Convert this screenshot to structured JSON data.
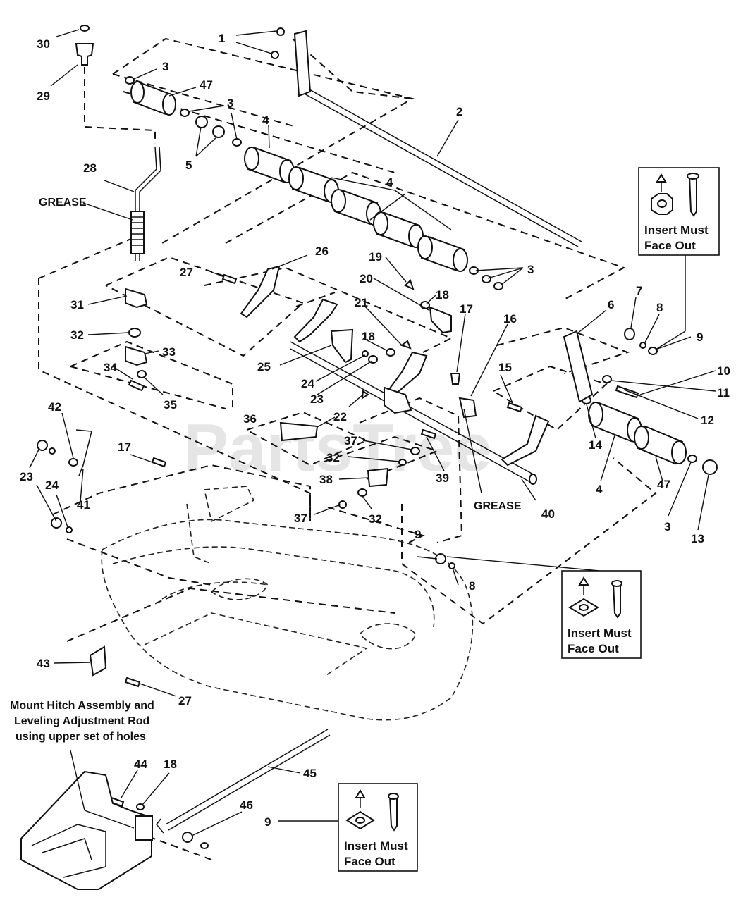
{
  "watermark": "PartsTree",
  "notes": {
    "grease_upper": "GREASE",
    "grease_lower": "GREASE",
    "mount_line1": "Mount Hitch Assembly and",
    "mount_line2": "Leveling Adjustment Rod",
    "mount_line3": "using upper set of holes"
  },
  "callout_text": {
    "line1": "Insert Must",
    "line2": "Face Out"
  },
  "part_labels": {
    "p1": "1",
    "p2": "2",
    "p3a": "3",
    "p3b": "3",
    "p3c": "3",
    "p3d": "3",
    "p4a": "4",
    "p4b": "4",
    "p4c": "4",
    "p5": "5",
    "p6": "6",
    "p7": "7",
    "p8a": "8",
    "p8b": "8",
    "p9a": "9",
    "p9b": "9",
    "p9c": "9",
    "p10": "10",
    "p11": "11",
    "p12": "12",
    "p13": "13",
    "p14": "14",
    "p15": "15",
    "p16": "16",
    "p17a": "17",
    "p17b": "17",
    "p18a": "18",
    "p18b": "18",
    "p18c": "18",
    "p19": "19",
    "p20": "20",
    "p21": "21",
    "p22": "22",
    "p23a": "23",
    "p23b": "23",
    "p24a": "24",
    "p24b": "24",
    "p25": "25",
    "p26": "26",
    "p27a": "27",
    "p27b": "27",
    "p28": "28",
    "p29": "29",
    "p30": "30",
    "p31": "31",
    "p32a": "32",
    "p32b": "32",
    "p32c": "32",
    "p33": "33",
    "p34": "34",
    "p35": "35",
    "p36": "36",
    "p37a": "37",
    "p37b": "37",
    "p38": "38",
    "p39": "39",
    "p40": "40",
    "p41": "41",
    "p42": "42",
    "p43": "43",
    "p44": "44",
    "p45": "45",
    "p46": "46",
    "p47a": "47",
    "p47b": "47"
  }
}
